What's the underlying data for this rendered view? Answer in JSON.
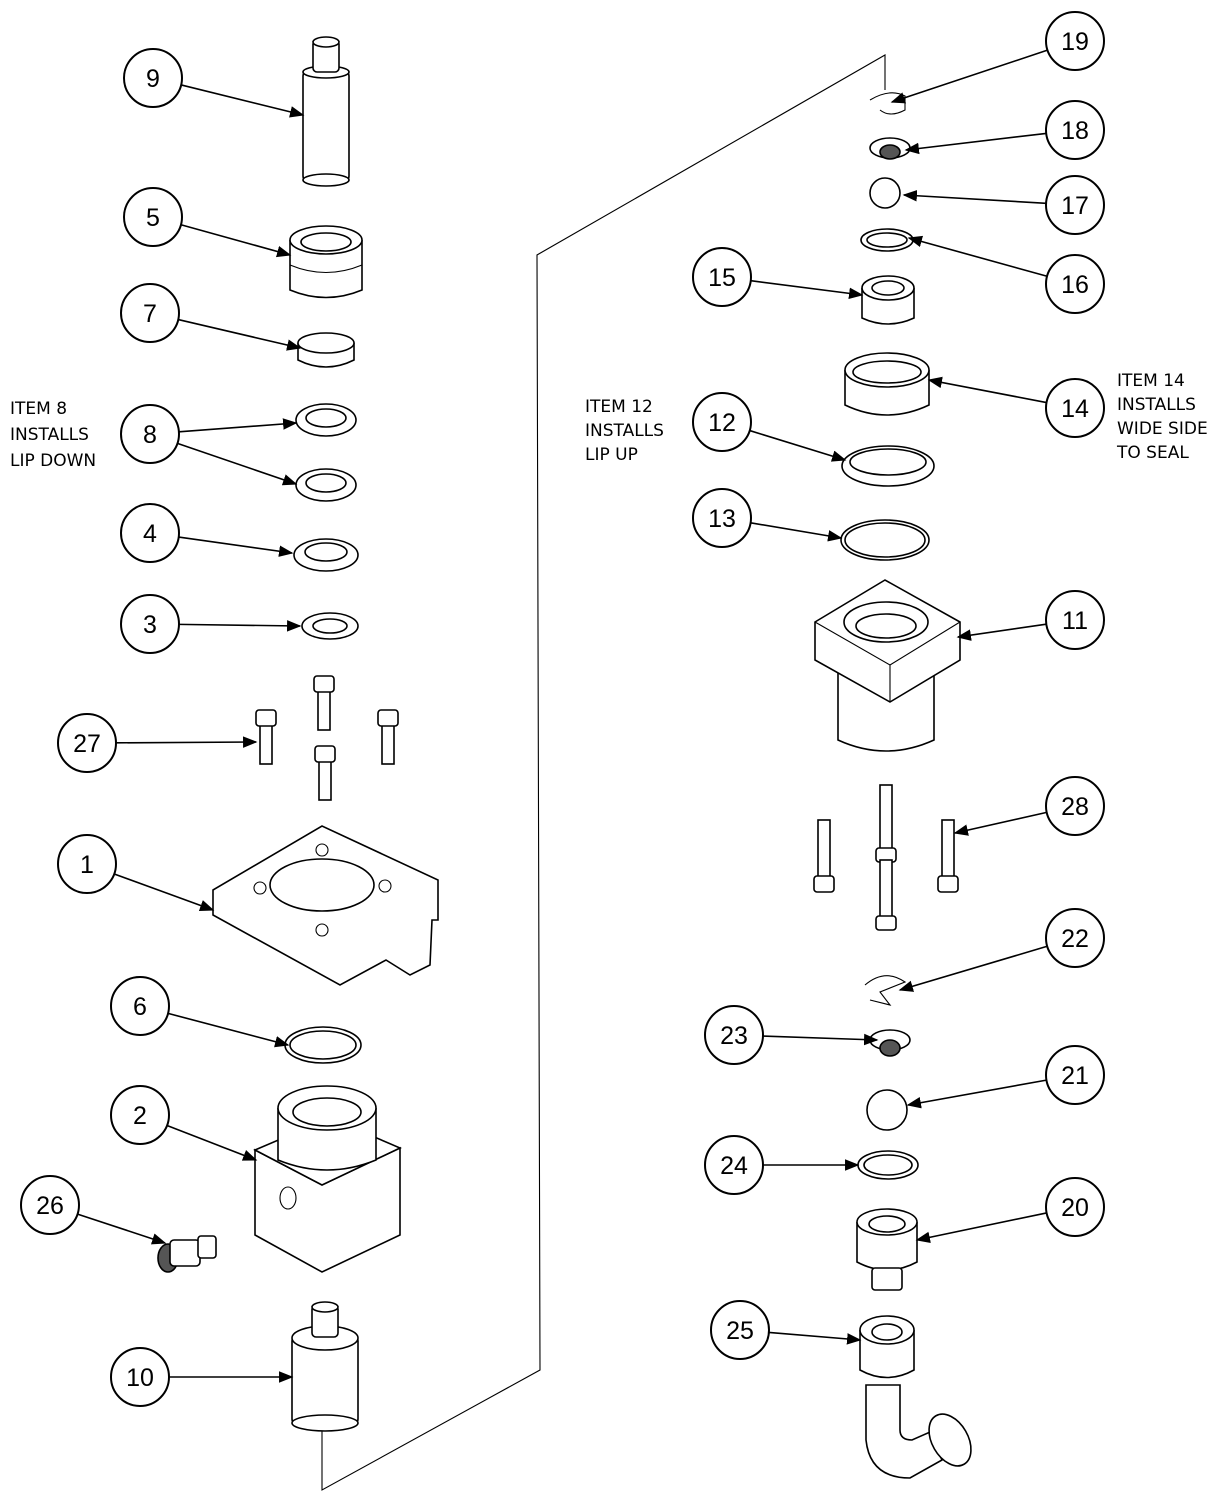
{
  "balloons": [
    {
      "number": "9"
    },
    {
      "number": "5"
    },
    {
      "number": "7"
    },
    {
      "number": "8"
    },
    {
      "number": "4"
    },
    {
      "number": "3"
    },
    {
      "number": "27"
    },
    {
      "number": "1"
    },
    {
      "number": "6"
    },
    {
      "number": "2"
    },
    {
      "number": "26"
    },
    {
      "number": "10"
    },
    {
      "number": "19"
    },
    {
      "number": "18"
    },
    {
      "number": "17"
    },
    {
      "number": "16"
    },
    {
      "number": "15"
    },
    {
      "number": "14"
    },
    {
      "number": "12"
    },
    {
      "number": "13"
    },
    {
      "number": "11"
    },
    {
      "number": "28"
    },
    {
      "number": "22"
    },
    {
      "number": "23"
    },
    {
      "number": "21"
    },
    {
      "number": "24"
    },
    {
      "number": "20"
    },
    {
      "number": "25"
    }
  ],
  "notes": {
    "item8": [
      "ITEM 8",
      "INSTALLS",
      "LIP DOWN"
    ],
    "item12": [
      "ITEM 12",
      "INSTALLS",
      "LIP UP"
    ],
    "item14": [
      "ITEM 14",
      "INSTALLS",
      "WIDE SIDE",
      "TO SEAL"
    ]
  },
  "colors": {
    "line": "#000000",
    "background": "#ffffff"
  }
}
